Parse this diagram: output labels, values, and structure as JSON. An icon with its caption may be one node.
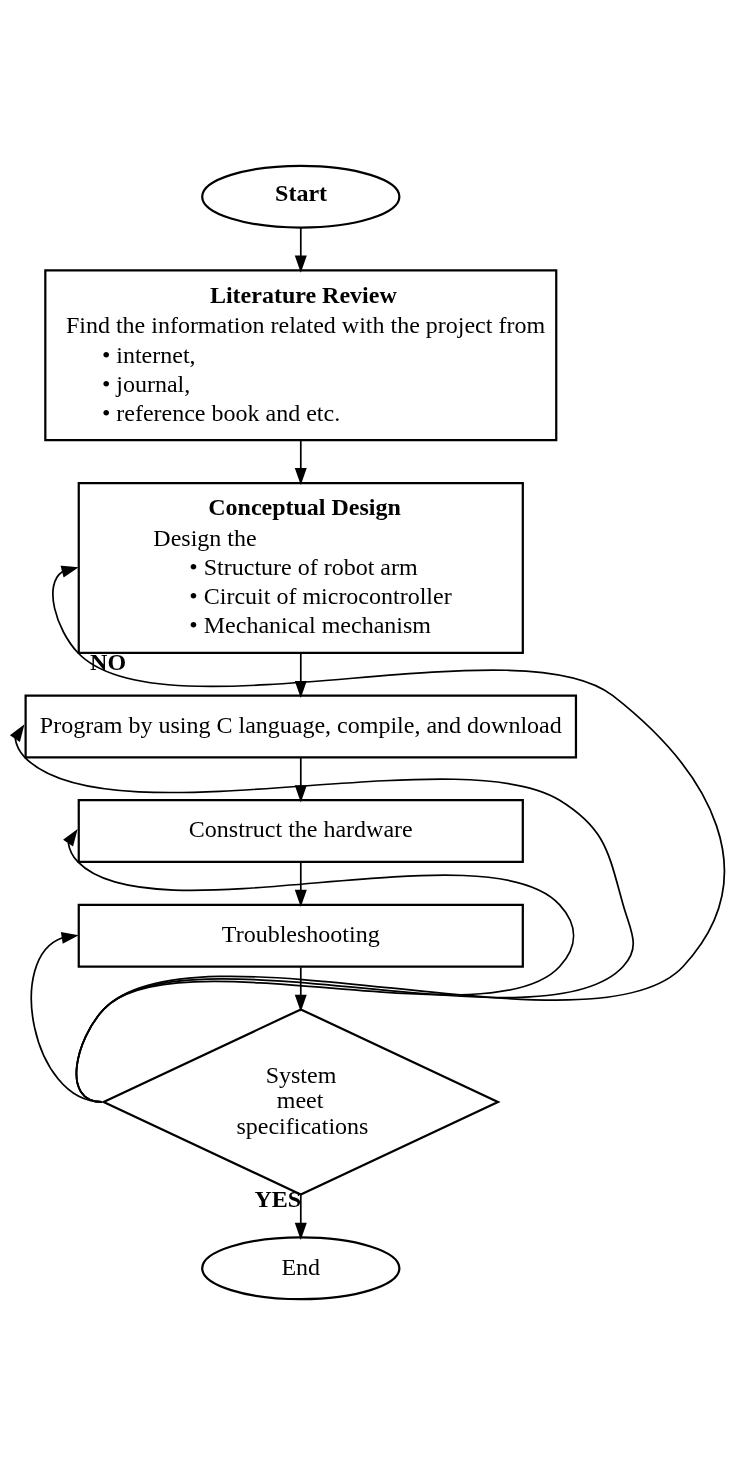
{
  "diagram": {
    "nodes": [
      {
        "text": [
          "Start"
        ]
      },
      {
        "text": [
          "Literature Review",
          "Find the information related with the project from",
          "• internet,",
          "• journal,",
          "• reference book and etc."
        ]
      },
      {
        "text": [
          "Conceptual Design",
          "Design the",
          "• Structure of robot arm",
          "• Circuit of microcontroller",
          "• Mechanical mechanism"
        ]
      },
      {
        "text": [
          "Program by using C language, compile, and download"
        ]
      },
      {
        "text": [
          "Construct the hardware"
        ]
      },
      {
        "text": [
          "Troubleshooting"
        ]
      },
      {
        "text": [
          "System meet specifications"
        ]
      },
      {
        "text": [
          "End"
        ]
      }
    ],
    "edges": [
      {
        "from": 0,
        "to": 1,
        "arrow": "to"
      },
      {
        "from": 1,
        "to": 2,
        "arrow": "to"
      },
      {
        "from": 2,
        "to": 3,
        "arrow": "to"
      },
      {
        "from": 3,
        "to": 4,
        "arrow": "to"
      },
      {
        "from": 4,
        "to": 5,
        "arrow": "to"
      },
      {
        "from": 5,
        "to": 6,
        "arrow": "to"
      },
      {
        "from": 6,
        "to": 7,
        "arrow": "to",
        "label": "YES"
      },
      {
        "from": 6,
        "to": 2,
        "arrow": "to",
        "label": "NO"
      },
      {
        "from": 6,
        "to": 3,
        "arrow": "to"
      },
      {
        "from": 6,
        "to": 4,
        "arrow": "to"
      },
      {
        "from": 6,
        "to": 5,
        "arrow": "to"
      }
    ]
  }
}
